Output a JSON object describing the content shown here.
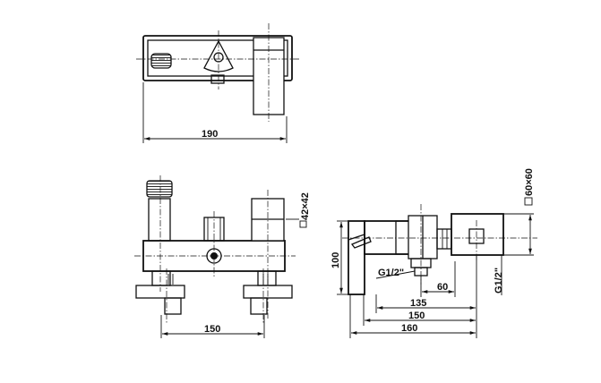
{
  "views": {
    "top": {
      "dimension_width": "190"
    },
    "front": {
      "dimension_spacing": "150",
      "square_size": "42×42"
    },
    "side": {
      "dimension_height": "100",
      "thread_inlet": "G1/2\"",
      "thread_outlet": "G1/2\"",
      "square_size": "60×60",
      "dim_60": "60",
      "dim_135": "135",
      "dim_150": "150",
      "dim_160": "160"
    }
  }
}
